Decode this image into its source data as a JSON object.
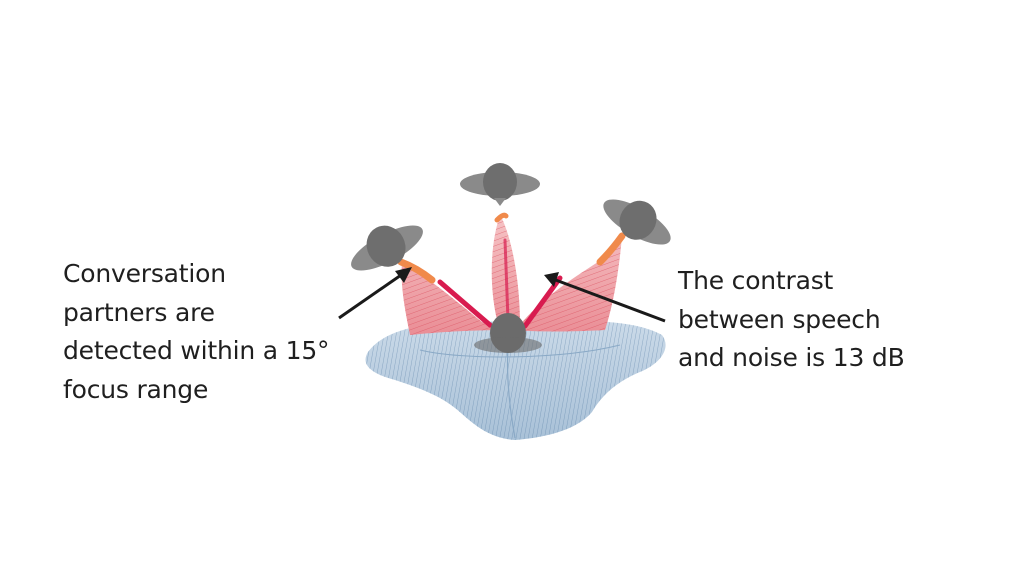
{
  "annotations": {
    "left": {
      "lines": [
        "Conversation",
        "partners are",
        "detected within a 15°",
        "focus range"
      ]
    },
    "right": {
      "lines": [
        "The contrast",
        "between speech",
        "and noise is 13 dB"
      ]
    }
  },
  "colors": {
    "text": "#1f1f1f",
    "head": "#7a7a7a",
    "head_dark": "#5e5e5e",
    "speech_lobe": "#e35a6a",
    "speech_lobe_light": "#f2b0b5",
    "speech_hot": "#d81b4f",
    "lobe_orange": "#f08a4b",
    "noise_lobe": "#6f95b8",
    "arrow": "#1a1a1a"
  },
  "icons": [
    "listener-head-icon",
    "speaker-head-icon"
  ]
}
